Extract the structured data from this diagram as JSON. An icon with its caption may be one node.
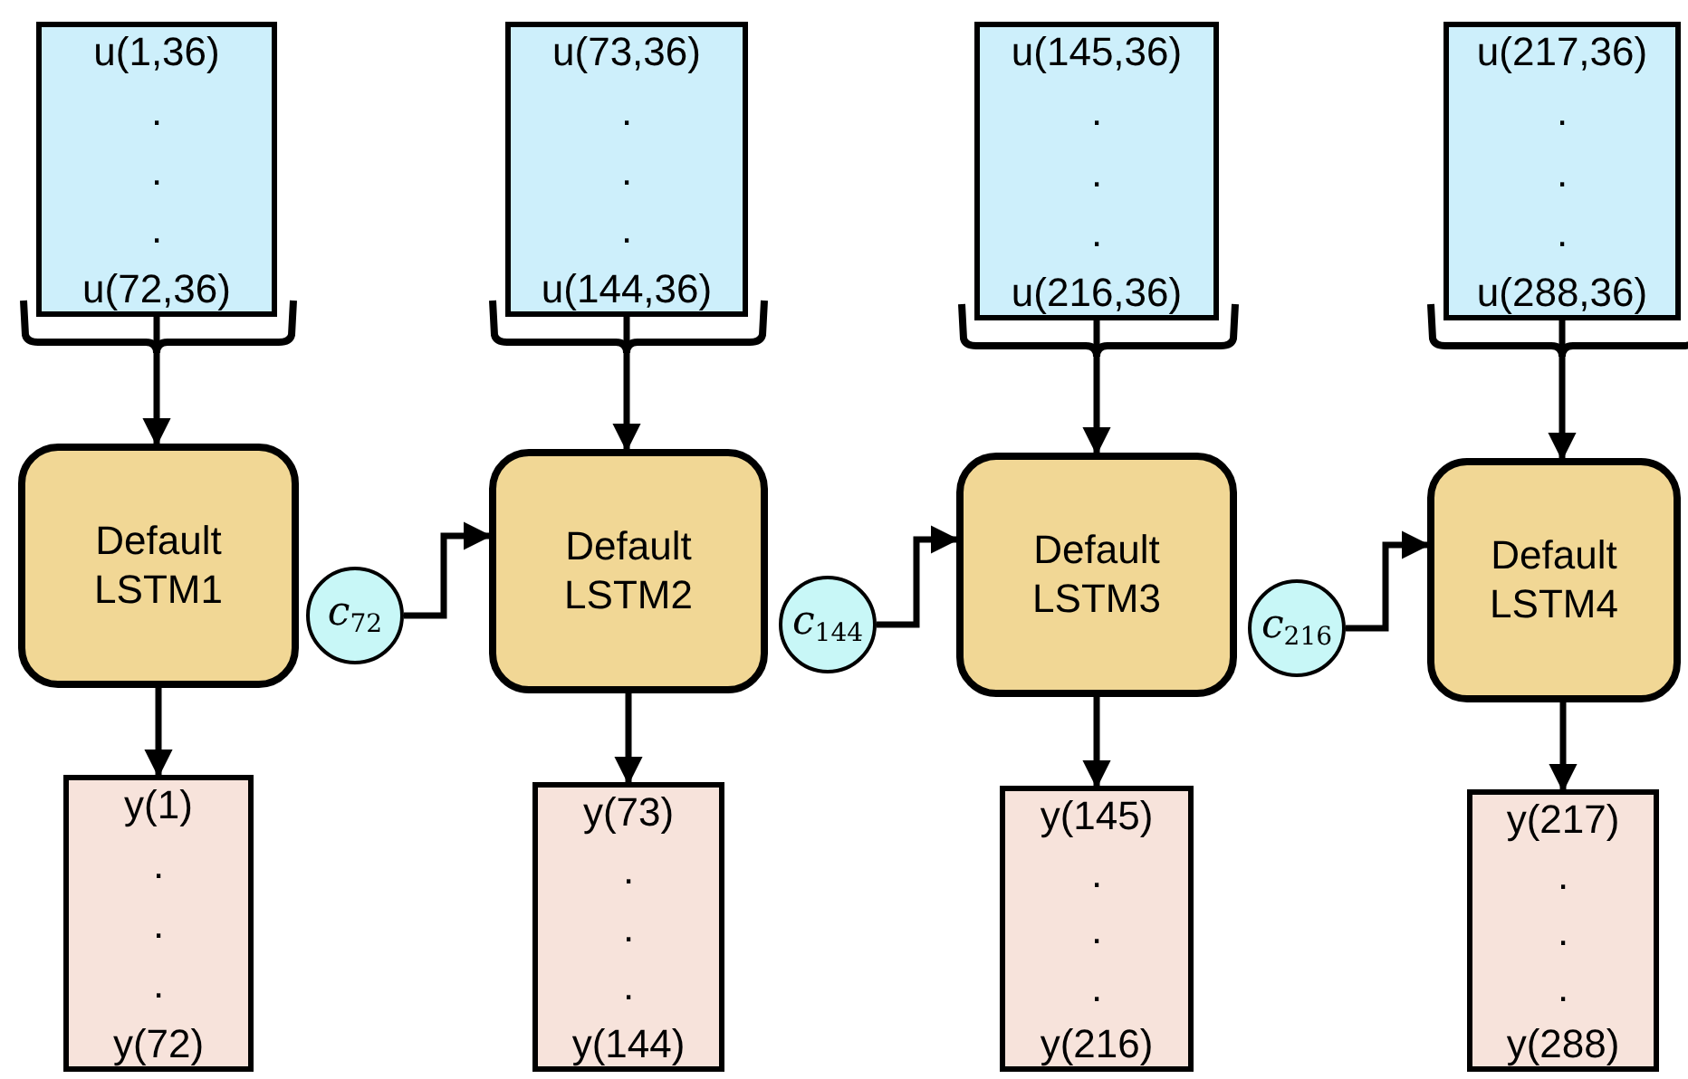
{
  "diagram": {
    "nodes": [
      {
        "text": [
          "u(1,36)",
          ".",
          ".",
          ".",
          "u(72,36)"
        ]
      },
      {
        "text": [
          "u(73,36)",
          ".",
          ".",
          ".",
          "u(144,36)"
        ]
      },
      {
        "text": [
          "u(145,36)",
          ".",
          ".",
          ".",
          "u(216,36)"
        ]
      },
      {
        "text": [
          "u(217,36)",
          ".",
          ".",
          ".",
          "u(288,36)"
        ]
      },
      {
        "text": [
          "Default LSTM1"
        ]
      },
      {
        "text": [
          "Default LSTM2"
        ]
      },
      {
        "text": [
          "Default LSTM3"
        ]
      },
      {
        "text": [
          "Default LSTM4"
        ]
      },
      {
        "text": [
          "*c*$_{72}$"
        ]
      },
      {
        "text": [
          "*c*$_{144}$"
        ]
      },
      {
        "text": [
          "*c*$_{216}$"
        ]
      },
      {
        "text": [
          "y(1)",
          ".",
          ".",
          ".",
          "y(72)"
        ]
      },
      {
        "text": [
          "y(73)",
          ".",
          ".",
          ".",
          "y(144)"
        ]
      },
      {
        "text": [
          "y(145)",
          ".",
          ".",
          ".",
          "y(216)"
        ]
      },
      {
        "text": [
          "y(217)",
          ".",
          ".",
          ".",
          "y(288)"
        ]
      }
    ],
    "edges": [
      {
        "from": 0,
        "to": 4,
        "arrow": "to"
      },
      {
        "from": 1,
        "to": 5,
        "arrow": "to"
      },
      {
        "from": 2,
        "to": 6,
        "arrow": "to"
      },
      {
        "from": 3,
        "to": 7,
        "arrow": "to"
      },
      {
        "from": 8,
        "to": 5,
        "arrow": "to"
      },
      {
        "from": 9,
        "to": 6,
        "arrow": "to"
      },
      {
        "from": 10,
        "to": 7,
        "arrow": "to"
      },
      {
        "from": 4,
        "to": 11,
        "arrow": "to"
      },
      {
        "from": 5,
        "to": 12,
        "arrow": "to"
      },
      {
        "from": 6,
        "to": 13,
        "arrow": "to"
      },
      {
        "from": 7,
        "to": 14,
        "arrow": "to"
      }
    ]
  }
}
